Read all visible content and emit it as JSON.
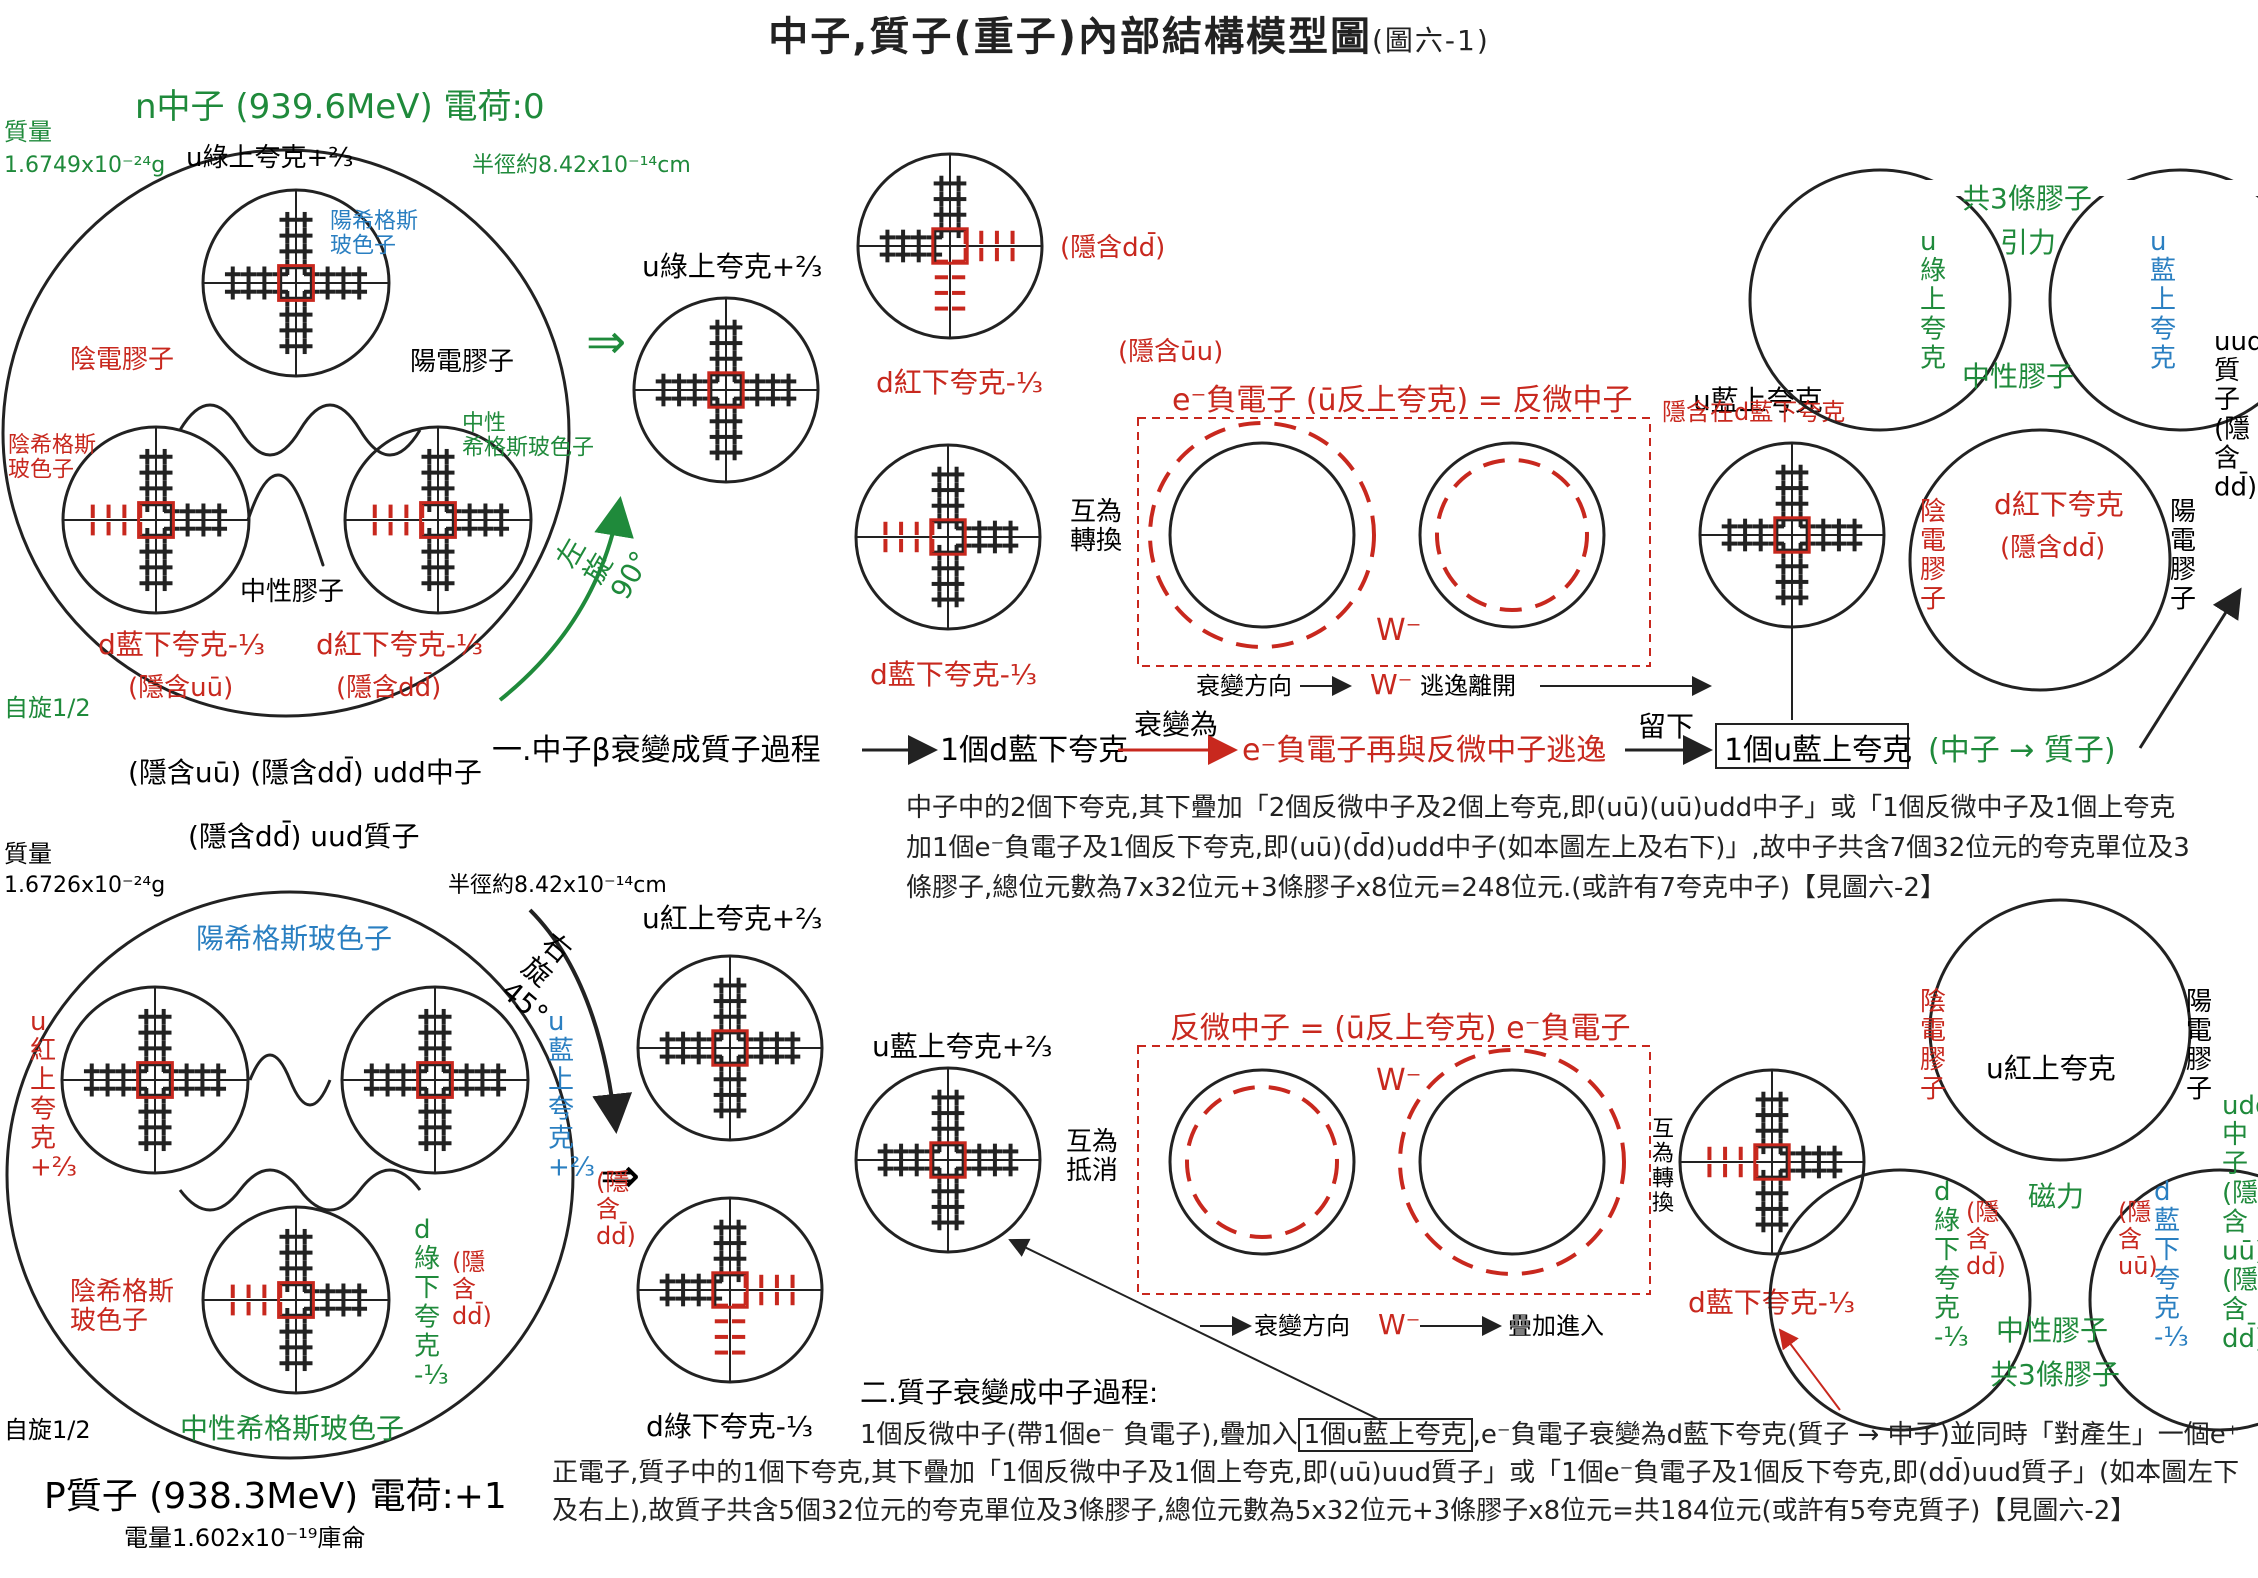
{
  "title": "中子,質子(重子)內部結構模型圖",
  "title_suffix": "(圖六-1)",
  "colors": {
    "green": "#1f8a3b",
    "red": "#c8281e",
    "blue": "#2a7fc1",
    "black": "#222222"
  },
  "neutron": {
    "header": "n中子 (939.6MeV) 電荷:0",
    "mass_label": "質量",
    "mass_value": "1.6749x10⁻²⁴g",
    "radius": "半徑約8.42x10⁻¹⁴cm",
    "top_quark": "u綠上夸克+⅔",
    "pos_higgs": "陽希格斯\n玻色子",
    "neg_gluon": "陰電膠子",
    "pos_gluon": "陽電膠子",
    "neg_higgs": "陰希格斯\n玻色子",
    "neutral_higgs": "中性\n希格斯玻色子",
    "neutral_gluon": "中性膠子",
    "d_blue": "d藍下夸克-⅓",
    "d_blue_hidden": "(隱含uū)",
    "d_red": "d紅下夸克-⅓",
    "d_red_hidden": "(隱含dd̄)",
    "spin": "自旋1/2",
    "rotate": "左\n旋\n90°",
    "bottom_caption": "(隱含uū) (隱含dd̄) udd中子"
  },
  "neutron_decay": {
    "u_green": "u綠上夸克+⅔",
    "hidden_dd": "(隱含dd̄)",
    "d_red": "d紅下夸克-⅓",
    "hidden_uu": "(隱含ūu)",
    "electron_eq": "e⁻負電子 (ū反上夸克) = 反微中子",
    "u_blue": "u藍上夸克",
    "hidden_in_d": "隱含在d藍下夸克",
    "mutual": "互為\n轉換",
    "d_blue": "d藍下夸克-⅓",
    "w": "W⁻",
    "decay_dir": "衰變方向",
    "escape": "逃逸離開",
    "process": "一.中子β衰變成質子過程",
    "one_d": "1個d藍下夸克",
    "decay_to": "衰變為",
    "e_and_anti": "e⁻負電子再與反微中子逃逸",
    "remain": "留下",
    "one_u": "1個u藍上夸克",
    "n_to_p": "(中子 → 質子)"
  },
  "gluon_top": {
    "count": "共3條膠子",
    "gravity": "引力",
    "u_green": "u\n綠\n上\n夸\n克",
    "u_blue": "u\n藍\n上\n夸\n克",
    "neutral": "中性膠子",
    "neg": "陰\n電\n膠\n子",
    "pos": "陽\n電\n膠\n子",
    "d_red": "d紅下夸克",
    "d_red_hidden": "(隱含dd̄)",
    "uud": "uud\n質\n子\n(隱\n含\ndd̄)"
  },
  "paragraph1": "中子中的2個下夸克,其下疊加「2個反微中子及2個上夸克,即(uū)(uū)udd中子」或「1個反微中子及1個上夸克加1個e⁻負電子及1個反下夸克,即(uū)(d̄d)udd中子(如本圖左上及右下)」,故中子共含7個32位元的夸克單位及3條膠子,總位元數為7x32位元+3條膠子x8位元=248位元.(或許有7夸克中子)【見圖六-2】",
  "proton": {
    "top_caption": "(隱含dd̄) uud質子",
    "mass_label": "質量",
    "mass_value": "1.6726x10⁻²⁴g",
    "radius": "半徑約8.42x10⁻¹⁴cm",
    "pos_higgs": "陽希格斯玻色子",
    "u_red": "u\n紅\n上\n夸\n克\n+⅔",
    "u_blue": "u\n藍\n上\n夸\n克\n+⅔",
    "d_green": "d\n綠\n下\n夸\n克\n-⅓",
    "d_green_hidden": "(隱\n含\ndd̄)",
    "neg_higgs": "陰希格斯\n玻色子",
    "neutral_higgs": "中性希格斯玻色子",
    "spin": "自旋1/2",
    "rotate": "右\n旋\n45°",
    "header": "P質子 (938.3MeV) 電荷:+1",
    "charge": "電量1.602x10⁻¹⁹庫侖"
  },
  "proton_decay": {
    "u_red": "u紅上夸克+⅔",
    "hidden_dd": "(隱\n含\ndd̄)",
    "d_green": "d綠下夸克-⅓",
    "u_blue": "u藍上夸克+⅔",
    "anti_eq": "反微中子 = (ū反上夸克) e⁻負電子",
    "w": "W⁻",
    "cancel": "互為\n抵消",
    "convert": "互\n為\n轉\n換",
    "decay_dir": "衰變方向",
    "stack_in": "疊加進入",
    "d_blue": "d藍下夸克-⅓",
    "process": "二.質子衰變成中子過程:"
  },
  "gluon_bottom": {
    "neg": "陰\n電\n膠\n子",
    "pos": "陽\n電\n膠\n子",
    "u_red": "u紅上夸克",
    "magnetic": "磁力",
    "d_green": "d\n綠\n下\n夸\n克\n-⅓",
    "d_green_hidden": "(隱\n含\ndd̄)",
    "d_blue": "d\n藍\n下\n夸\n克\n-⅓",
    "d_blue_hidden": "(隱\n含\nuū)",
    "neutral": "中性膠子",
    "count": "共3條膠子",
    "udd": "udd\n中\n子\n(隱\n含\nuū)\n(隱\n含\ndd̄)"
  },
  "paragraph2_line1a": "1個反微中子(帶1個e⁻ 負電子),疊加入",
  "paragraph2_box": "1個u藍上夸克",
  "paragraph2_line1b": ",e⁻負電子衰變為d藍下夸克(質子 → 中子)並同",
  "paragraph2_rest": "時「對產生」一個e⁺正電子,質子中的1個下夸克,其下疊加「1個反微中子及1個上夸克,即(uū)uud質子」或「1個e⁻負電子及1個反下夸克,即(dd̄)uud質子」(如本圖左下及右上),故質子共含5個32位元的夸克單位及3條膠子,總位元數為5x32位元+3條膠子x8位元=共184位元(或許有5夸克質子)【見圖六-2】"
}
